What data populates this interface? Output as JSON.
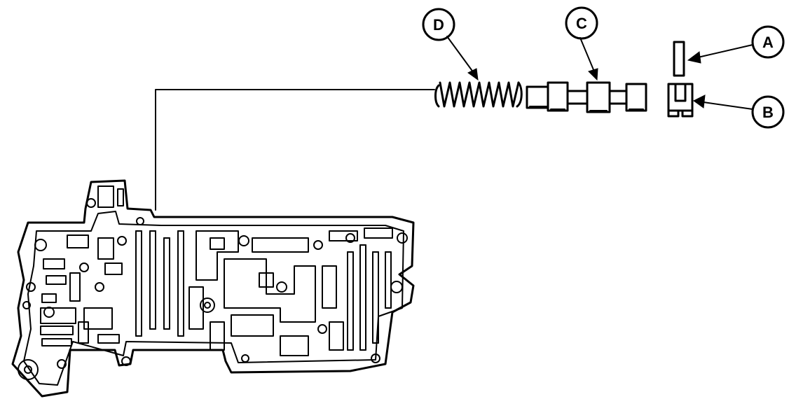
{
  "callouts": {
    "a": "A",
    "b": "B",
    "c": "C",
    "d": "D"
  },
  "colors": {
    "ink": "#000000",
    "background": "#ffffff"
  }
}
